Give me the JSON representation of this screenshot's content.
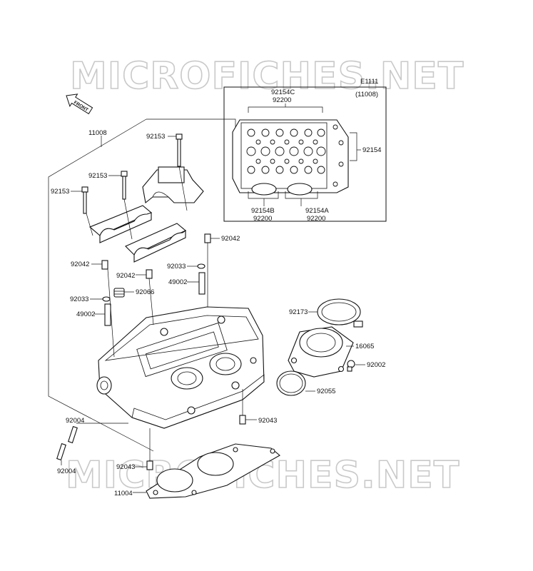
{
  "watermark": "MICROFICHES.NET",
  "front_arrow": "FRONT",
  "inset": {
    "code": "E1111",
    "ref": "(11008)"
  },
  "labels": {
    "p11008": "11008",
    "p92153_a": "92153",
    "p92153_b": "92153",
    "p92153_c": "92153",
    "p92042_a": "92042",
    "p92042_b": "92042",
    "p92042_c": "92042",
    "p92033_a": "92033",
    "p92033_b": "92033",
    "p49002_a": "49002",
    "p49002_b": "49002",
    "p92066": "92066",
    "p92173": "92173",
    "p16065": "16065",
    "p92002": "92002",
    "p92055": "92055",
    "p92043_a": "92043",
    "p92043_b": "92043",
    "p92004_a": "92004",
    "p92004_b": "92004",
    "p11004": "11004",
    "p92154C": "92154C",
    "p92200_a": "92200",
    "p92154": "92154",
    "p92154B": "92154B",
    "p92200_b": "92200",
    "p92154A": "92154A",
    "p92200_c": "92200"
  }
}
